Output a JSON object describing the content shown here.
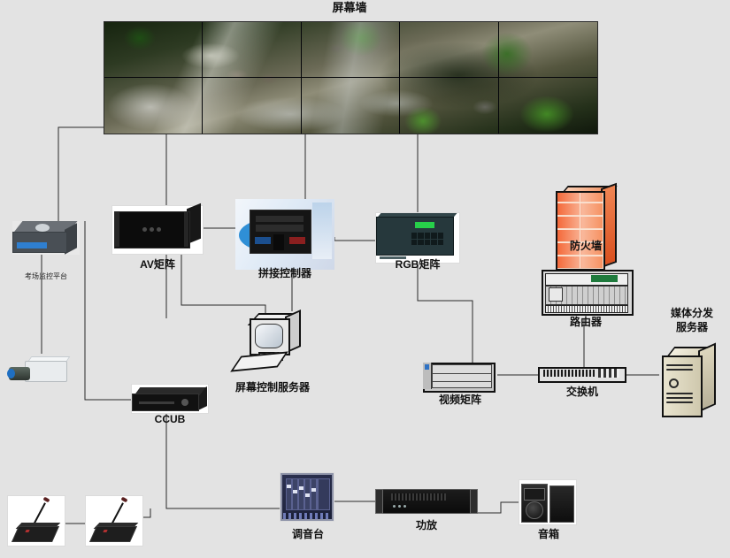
{
  "diagram": {
    "title": "屏幕墙",
    "background_color": "#e3e3e3",
    "line_color": "#2a2a2a"
  },
  "video_wall": {
    "label": "屏幕墙",
    "columns": 5,
    "rows": 2,
    "content": "森林溪流风景画面"
  },
  "nodes": [
    {
      "id": "exam-monitor-platform",
      "label": "考场监控平台",
      "icon": "flat-av-box-icon"
    },
    {
      "id": "camera",
      "label": "",
      "icon": "cctv-camera-icon"
    },
    {
      "id": "av-matrix",
      "label": "AV矩阵",
      "icon": "black-rack-matrix-icon"
    },
    {
      "id": "splicing-controller",
      "label": "拼接控制器",
      "icon": "splicing-controller-icon"
    },
    {
      "id": "rgb-matrix",
      "label": "RGB矩阵",
      "icon": "rgb-matrix-icon"
    },
    {
      "id": "screen-control-server",
      "label": "屏幕控制服务器",
      "icon": "crt-workstation-icon"
    },
    {
      "id": "ccub",
      "label": "CCUB",
      "icon": "ccub-box-icon"
    },
    {
      "id": "firewall",
      "label": "防火墙",
      "icon": "firewall-brick-icon"
    },
    {
      "id": "router",
      "label": "路由器",
      "icon": "router-chassis-icon"
    },
    {
      "id": "media-server",
      "label": "媒体分发\n服务器",
      "icon": "tower-server-icon"
    },
    {
      "id": "video-matrix",
      "label": "视频矩阵",
      "icon": "video-matrix-icon"
    },
    {
      "id": "switch",
      "label": "交换机",
      "icon": "network-switch-icon"
    },
    {
      "id": "mixer",
      "label": "调音台",
      "icon": "audio-mixer-icon"
    },
    {
      "id": "amplifier",
      "label": "功放",
      "icon": "power-amplifier-icon"
    },
    {
      "id": "speakers",
      "label": "音箱",
      "icon": "loudspeaker-pair-icon"
    },
    {
      "id": "microphone-1",
      "label": "",
      "icon": "desk-microphone-icon"
    },
    {
      "id": "microphone-2",
      "label": "",
      "icon": "desk-microphone-icon"
    }
  ],
  "labels": {
    "screen_wall": "屏幕墙",
    "exam_monitor_platform": "考场监控平台",
    "av_matrix": "AV矩阵",
    "splicing_controller": "拼接控制器",
    "rgb_matrix": "RGB矩阵",
    "screen_control_server": "屏幕控制服务器",
    "ccub": "CCUB",
    "firewall": "防火墙",
    "router": "路由器",
    "media_server_line1": "媒体分发",
    "media_server_line2": "服务器",
    "video_matrix": "视频矩阵",
    "switch": "交换机",
    "mixer": "调音台",
    "amplifier": "功放",
    "speakers": "音箱"
  },
  "connections": [
    {
      "from": "av-matrix",
      "to": "video-wall"
    },
    {
      "from": "splicing-controller",
      "to": "video-wall"
    },
    {
      "from": "rgb-matrix",
      "to": "video-wall"
    },
    {
      "from": "exam-monitor-platform",
      "to": "video-wall"
    },
    {
      "from": "exam-monitor-platform",
      "to": "camera"
    },
    {
      "from": "av-matrix",
      "to": "splicing-controller"
    },
    {
      "from": "splicing-controller",
      "to": "rgb-matrix"
    },
    {
      "from": "av-matrix",
      "to": "screen-control-server"
    },
    {
      "from": "splicing-controller",
      "to": "screen-control-server"
    },
    {
      "from": "rgb-matrix",
      "to": "video-matrix"
    },
    {
      "from": "av-matrix",
      "to": "ccub"
    },
    {
      "from": "video-matrix",
      "to": "switch"
    },
    {
      "from": "switch",
      "to": "router"
    },
    {
      "from": "switch",
      "to": "media-server"
    },
    {
      "from": "router",
      "to": "firewall"
    },
    {
      "from": "ccub",
      "to": "mixer"
    },
    {
      "from": "microphone-1",
      "to": "microphone-2"
    },
    {
      "from": "microphone-2",
      "to": "mixer"
    },
    {
      "from": "mixer",
      "to": "amplifier"
    },
    {
      "from": "amplifier",
      "to": "speakers"
    }
  ]
}
